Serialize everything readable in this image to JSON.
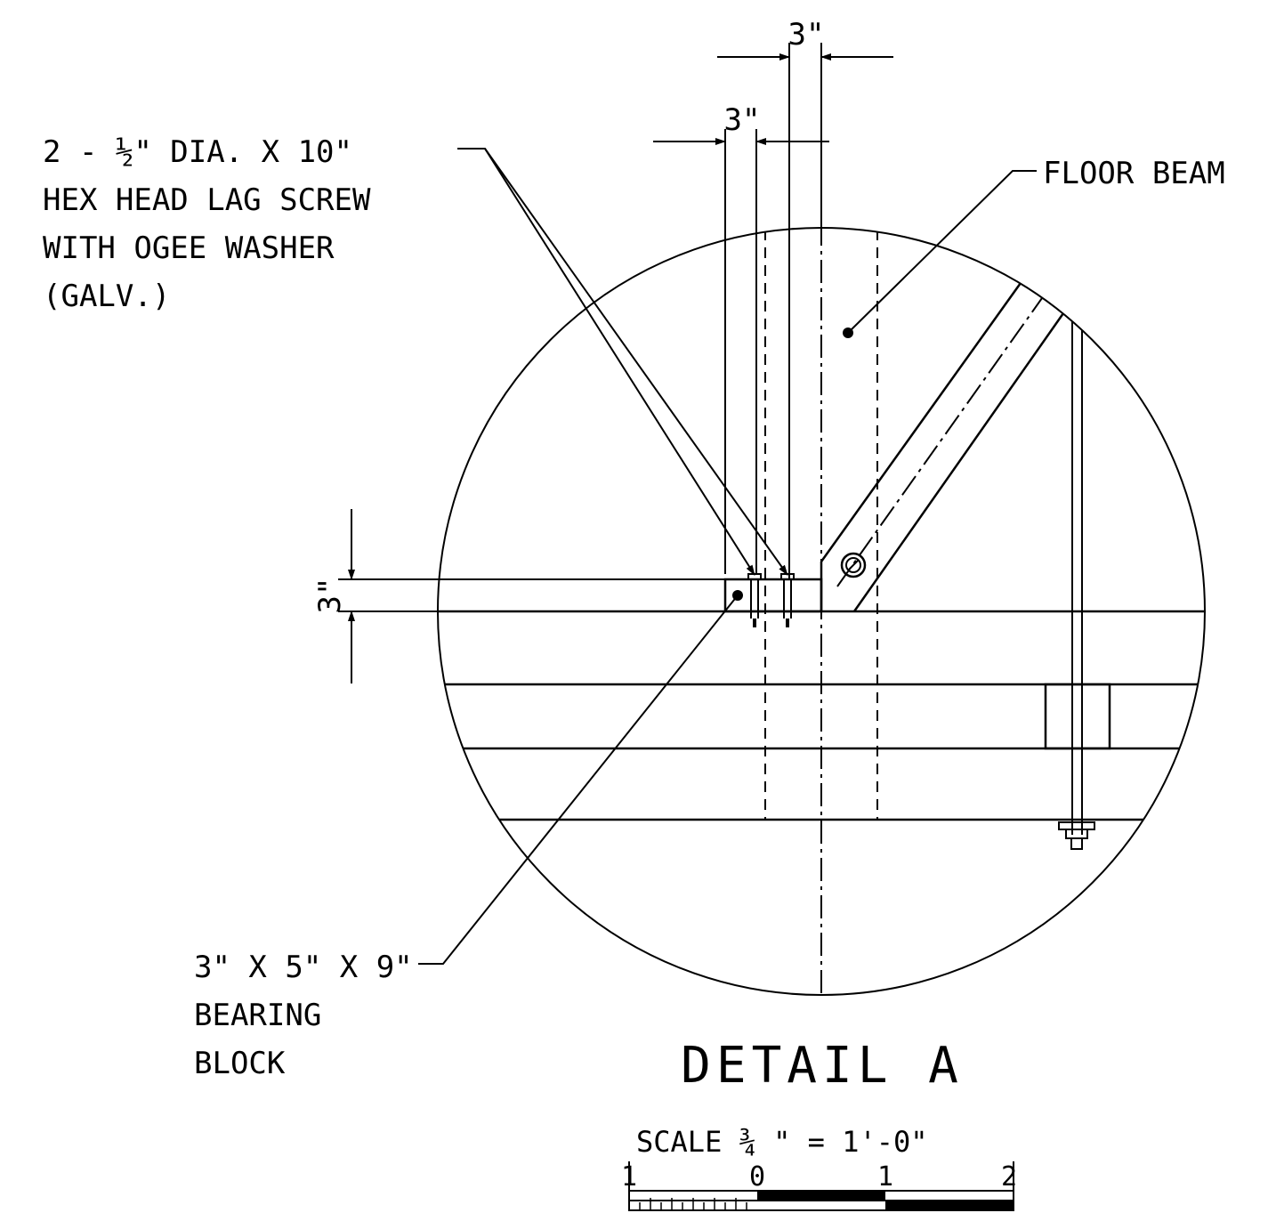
{
  "notes": {
    "lag_screw": [
      "2 - ½\" DIA. X 10\"",
      "HEX HEAD LAG SCREW",
      "WITH OGEE WASHER",
      "(GALV.)"
    ],
    "floor_beam": "FLOOR BEAM",
    "bearing_block": [
      "3\" X 5\" X 9\"",
      "BEARING",
      "BLOCK"
    ]
  },
  "dimensions": {
    "top": "3\"",
    "second": "3\"",
    "vertical": "3\""
  },
  "title": "DETAIL A",
  "scale": {
    "label": "SCALE ¾ \" = 1'-0\"",
    "ticks": [
      "1",
      "0",
      "1",
      "2"
    ]
  }
}
